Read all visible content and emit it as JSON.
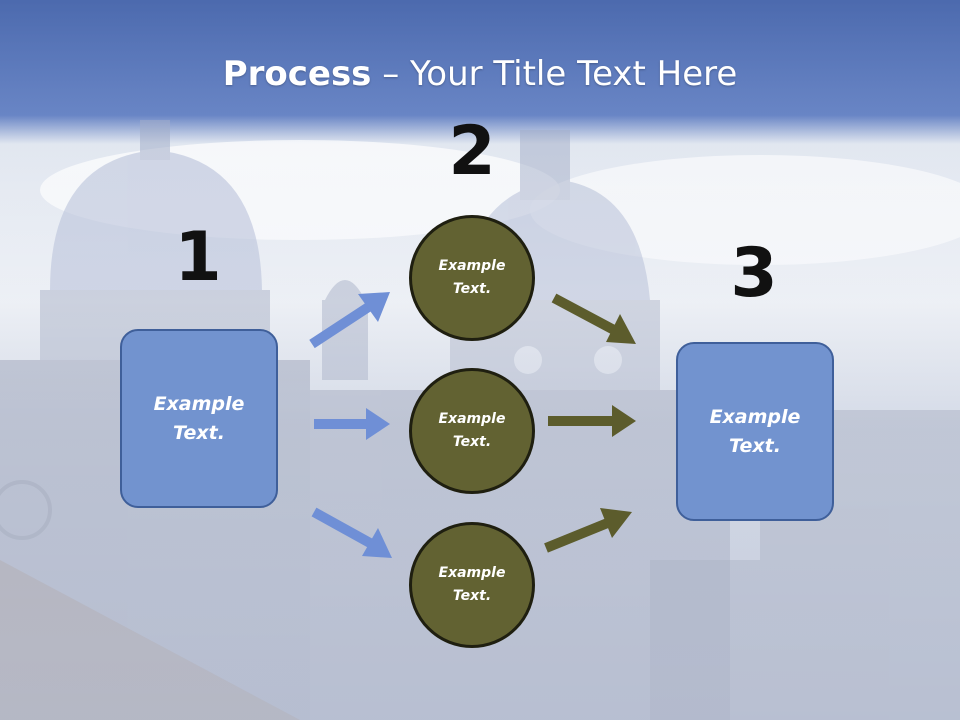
{
  "title": {
    "bold": "Process",
    "rest": " – Your Title Text Here"
  },
  "steps": {
    "n1": "1",
    "n2": "2",
    "n3": "3"
  },
  "left_box": {
    "label": "Example Text."
  },
  "right_box": {
    "label": "Example Text."
  },
  "circles": [
    {
      "label": "Example Text."
    },
    {
      "label": "Example Text."
    },
    {
      "label": "Example Text."
    }
  ],
  "colors": {
    "box_fill": "#7293cf",
    "circle_fill": "#626232",
    "blue_arrow": "#6f8fd6",
    "olive_arrow": "#5c5c2c"
  }
}
